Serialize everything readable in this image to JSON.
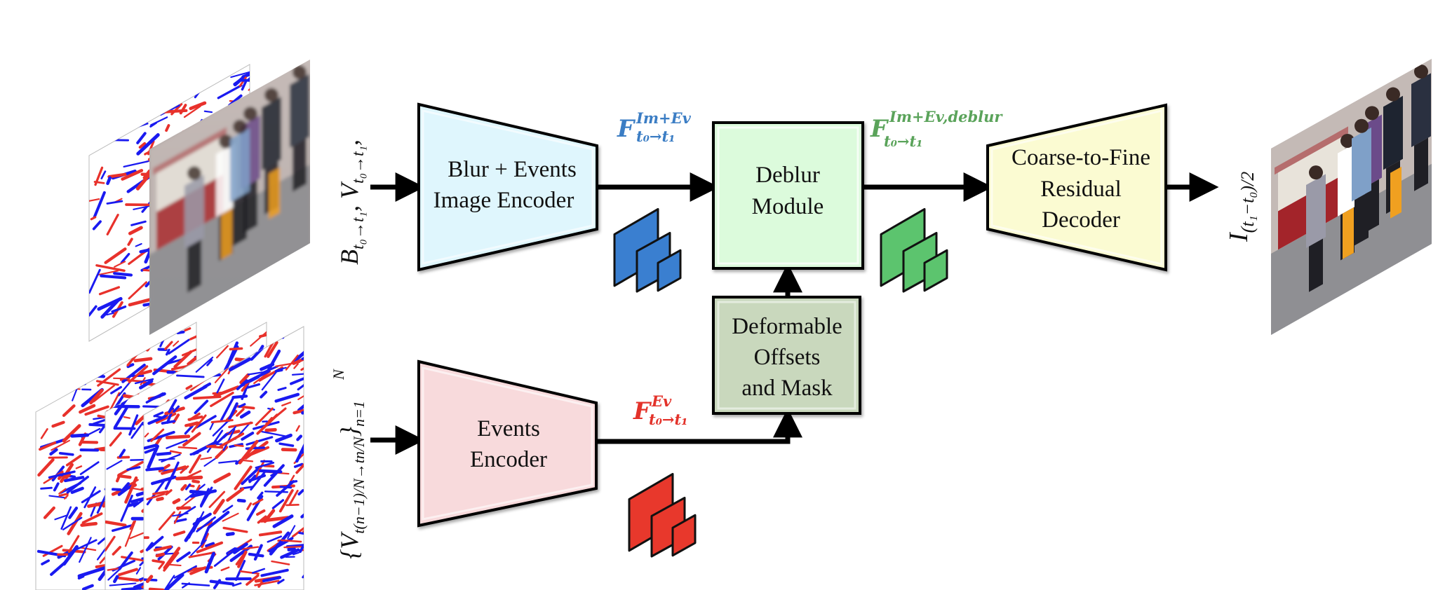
{
  "title": "Event-based deblurring and frame interpolation architecture",
  "inputs": {
    "top_label": {
      "base": "B",
      "sub1": "t₀→t₁",
      "sep": ", ",
      "base2": "V",
      "sub2": "t₀→t₁",
      "tail": ","
    },
    "bottom_label": {
      "open": "{",
      "base": "V",
      "sub": "t(n−1)/N→tn/N",
      "close": "}",
      "sub_range": "n=1",
      "sup_range": "N"
    }
  },
  "blocks": {
    "image_encoder": {
      "line1": "Blur + Events",
      "line2": "Image Encoder",
      "fill": "#dff6fd"
    },
    "events_encoder": {
      "line1": "Events",
      "line2": "Encoder",
      "fill": "#f8dadc"
    },
    "deblur_module": {
      "line1": "Deblur",
      "line2": "Module",
      "fill": "#dcfbdc"
    },
    "deformable": {
      "line1": "Deformable",
      "line2": "Offsets",
      "line3": "and Mask",
      "fill": "#c9d8bd"
    },
    "decoder": {
      "line1": "Coarse-to-Fine",
      "line2": "Residual",
      "line3": "Decoder",
      "fill": "#fbfbd2"
    }
  },
  "features": {
    "im_ev": {
      "base": "F",
      "sup": "Im+Ev",
      "sub": "t₀→t₁",
      "color": "#3b7dc4",
      "stack_color": "#3a7fd0"
    },
    "im_ev_deblur": {
      "base": "F",
      "sup": "Im+Ev,deblur",
      "sub": "t₀→t₁",
      "color": "#5aa35a",
      "stack_color": "#5cc46e"
    },
    "ev": {
      "base": "F",
      "sup": "Ev",
      "sub": "t₀→t₁",
      "color": "#e3322a",
      "stack_color": "#e8382c"
    }
  },
  "output": {
    "base": "I",
    "sub": "(t₁−t₀)/2"
  },
  "colors": {
    "event_pos": "#e8312b",
    "event_neg": "#1a1af0",
    "arrow": "#000000"
  }
}
